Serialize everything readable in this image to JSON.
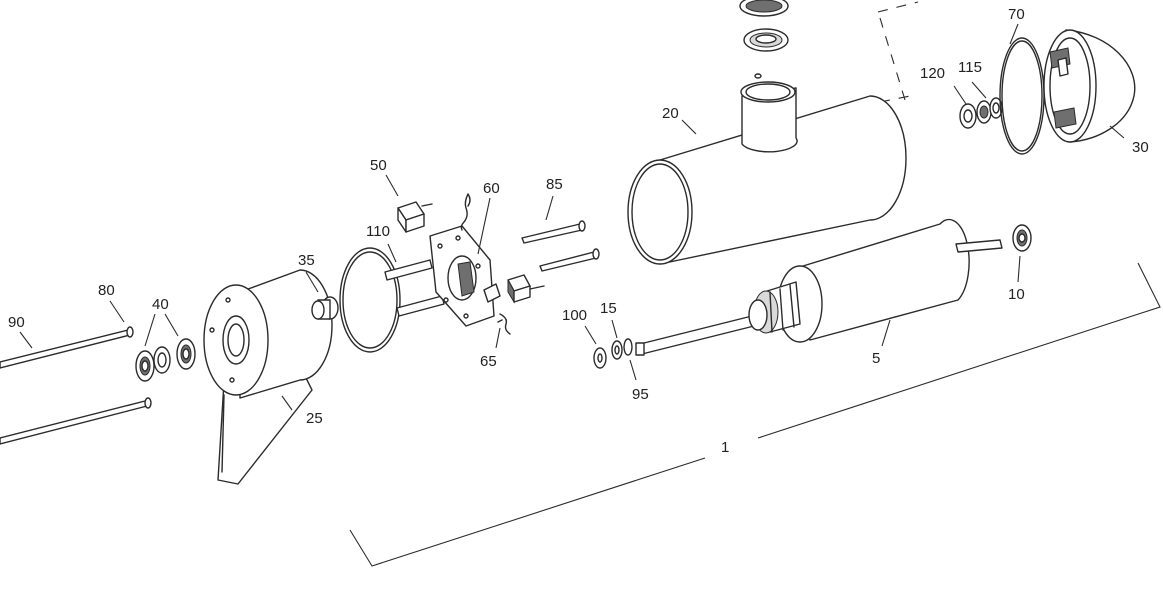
{
  "callouts": {
    "c1": "1",
    "c5": "5",
    "c10": "10",
    "c15": "15",
    "c20": "20",
    "c25": "25",
    "c30": "30",
    "c35": "35",
    "c40": "40",
    "c50": "50",
    "c60": "60",
    "c65": "65",
    "c70": "70",
    "c80": "80",
    "c85": "85",
    "c90": "90",
    "c95": "95",
    "c100": "100",
    "c110": "110",
    "c115": "115",
    "c120": "120"
  },
  "colors": {
    "line": "#2b2b2b",
    "shade": "#6f6f6f",
    "background": "#ffffff"
  }
}
